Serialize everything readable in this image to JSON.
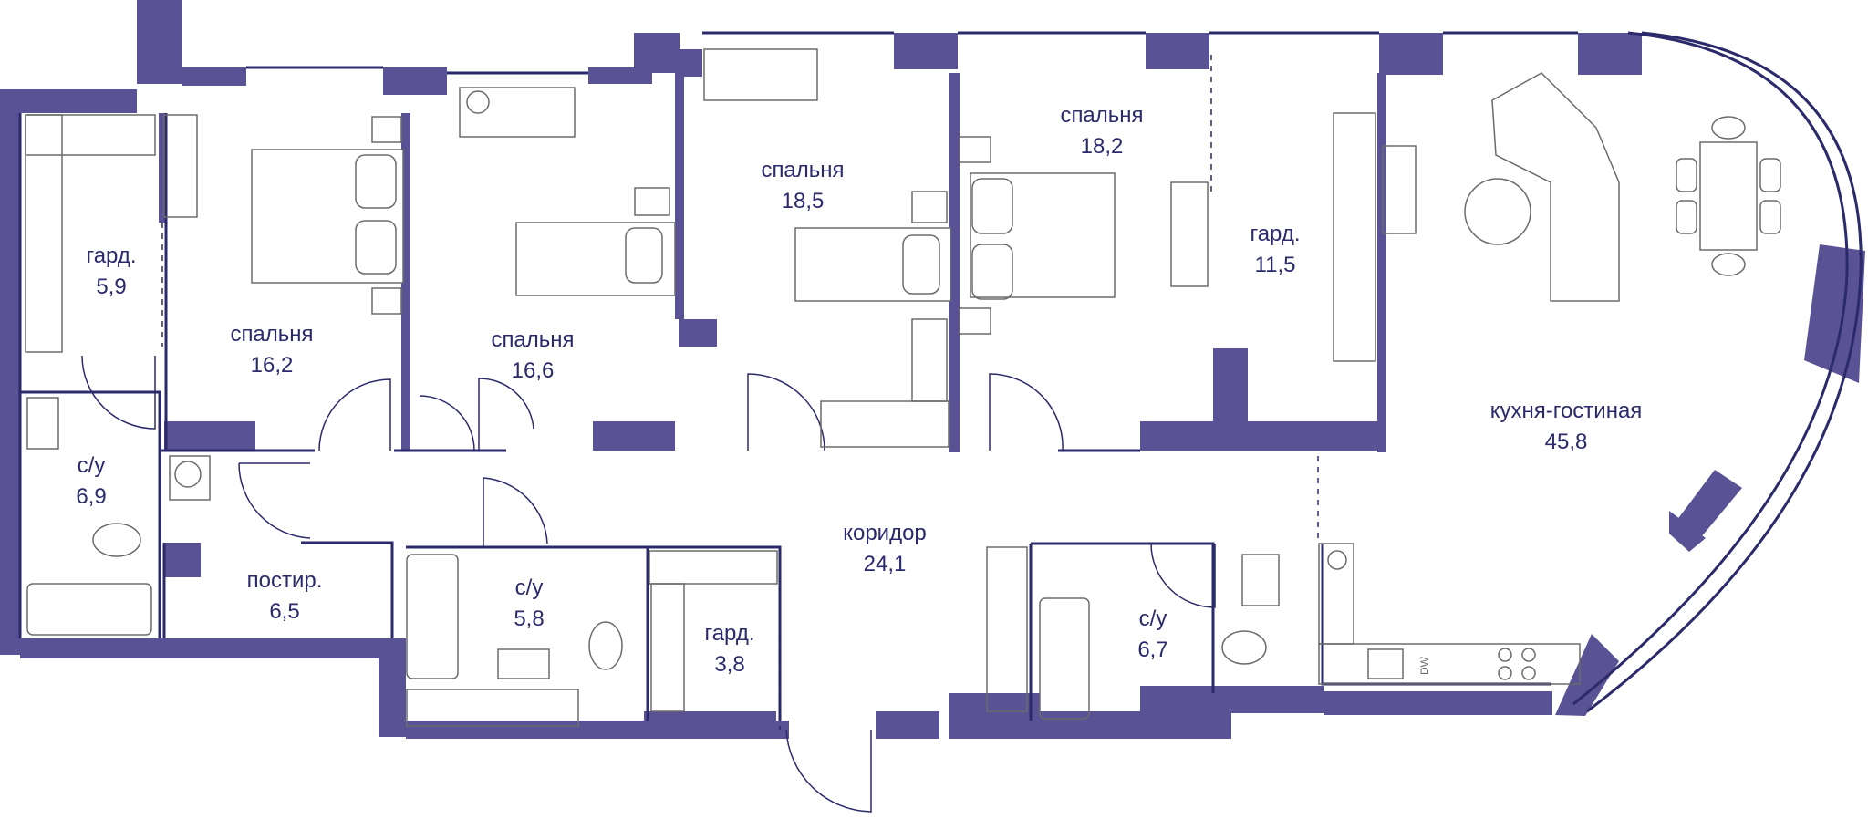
{
  "rooms": {
    "gard1": {
      "name": "гард.",
      "area": "5,9"
    },
    "bed1": {
      "name": "спальня",
      "area": "16,2"
    },
    "bed2": {
      "name": "спальня",
      "area": "16,6"
    },
    "bed3": {
      "name": "спальня",
      "area": "18,5"
    },
    "bed4": {
      "name": "спальня",
      "area": "18,2"
    },
    "gard2": {
      "name": "гард.",
      "area": "11,5"
    },
    "kitchen": {
      "name": "кухня-гостиная",
      "area": "45,8"
    },
    "bath1": {
      "name": "с/у",
      "area": "6,9"
    },
    "laundry": {
      "name": "постир.",
      "area": "6,5"
    },
    "bath2": {
      "name": "с/у",
      "area": "5,8"
    },
    "gard3": {
      "name": "гард.",
      "area": "3,8"
    },
    "corridor": {
      "name": "коридор",
      "area": "24,1"
    },
    "bath3": {
      "name": "с/у",
      "area": "6,7"
    }
  },
  "appliance": {
    "dishwasher": "DW"
  },
  "colors": {
    "wall": "#595395",
    "text": "#2b2a6b",
    "line": "#2b2a6b"
  }
}
